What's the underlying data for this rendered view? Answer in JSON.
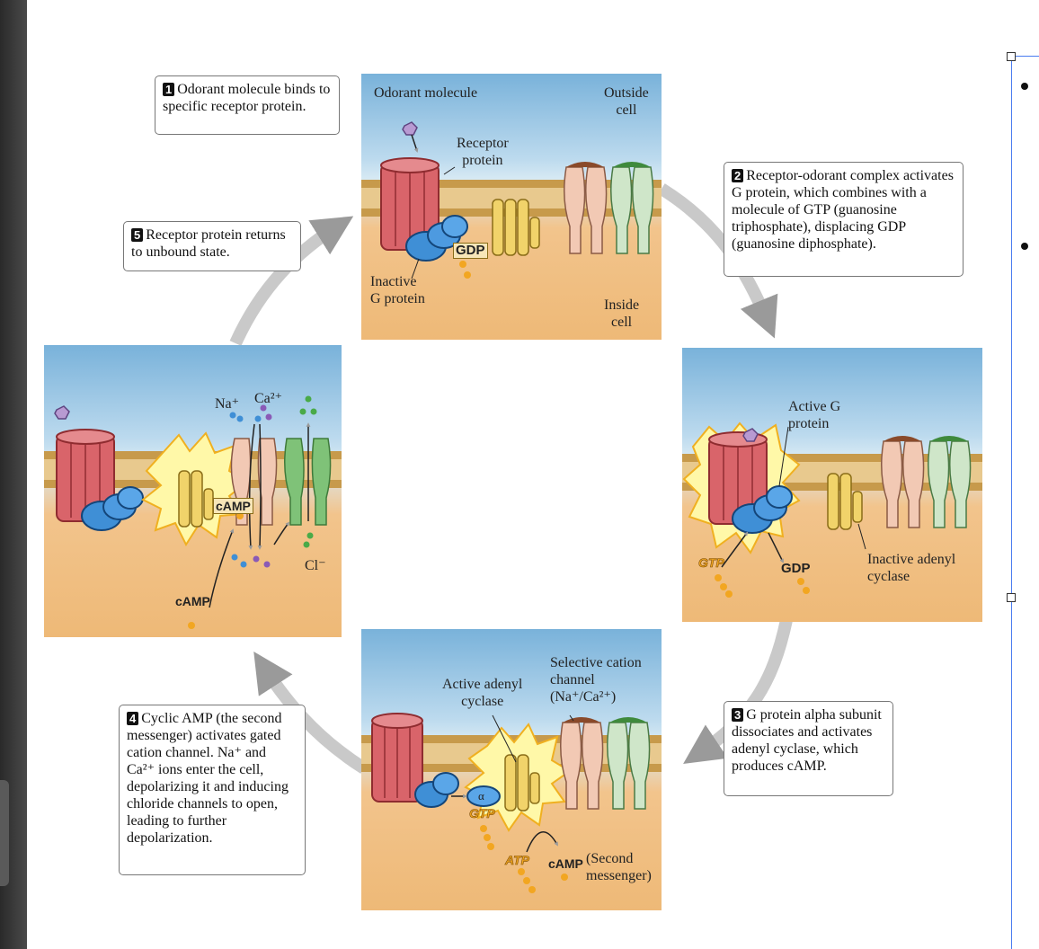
{
  "steps": [
    {
      "number": "1",
      "text": "Odorant molecule binds to specific receptor protein."
    },
    {
      "number": "2",
      "text": "Receptor-odorant complex activates G protein, which combines with a molecule of GTP (guanosine triphosphate), displacing GDP (guanosine diphosphate)."
    },
    {
      "number": "3",
      "text": "G protein alpha subunit dissociates and activates adenyl cyclase, which produces cAMP."
    },
    {
      "number": "4",
      "text": "Cyclic AMP (the second messenger) activates gated cation channel. Na⁺ and Ca²⁺ ions enter the cell, depolarizing it and inducing chloride channels to open, leading to further depolarization."
    },
    {
      "number": "5",
      "text": "Receptor protein returns to unbound state."
    }
  ],
  "panel_top": {
    "odorant_label": "Odorant molecule",
    "outside_label": "Outside\ncell",
    "receptor_label": "Receptor\nprotein",
    "gdp_label": "GDP",
    "inactive_g_label": "Inactive\nG protein",
    "inside_label": "Inside\ncell"
  },
  "panel_right": {
    "active_g_label": "Active G\nprotein",
    "gtp_label": "GTP",
    "gdp_label": "GDP",
    "inactive_ac_label": "Inactive adenyl\ncyclase"
  },
  "panel_bottom": {
    "active_ac_label": "Active adenyl\ncyclase",
    "channel_label": "Selective cation\nchannel\n(Na⁺/Ca²⁺)",
    "alpha_label": "α",
    "gtp_label": "GTP",
    "atp_label": "ATP",
    "camp_label": "cAMP",
    "second_messenger_label": "(Second\nmessenger)"
  },
  "panel_left": {
    "na_label": "Na⁺",
    "ca_label": "Ca²⁺",
    "camp_inner_label": "cAMP",
    "camp_label": "cAMP",
    "cl_label": "Cl⁻"
  },
  "colors": {
    "receptor": "#d9646a",
    "g_protein": "#3f8fd6",
    "adenyl_cyclase": "#f1d36a",
    "cation_channel": "#f2c9b4",
    "chloride_channel": "#cfe6c9",
    "arrow": "#b9b9b9"
  }
}
